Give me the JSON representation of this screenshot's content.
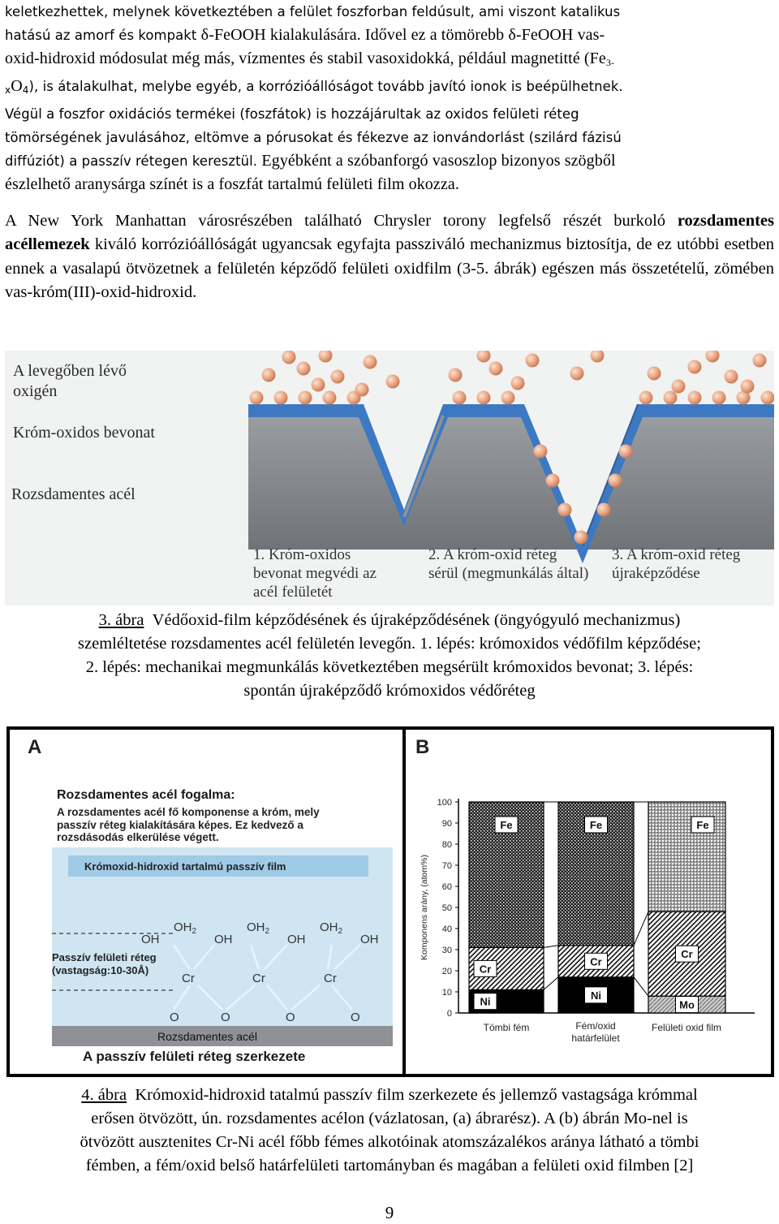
{
  "paragraph1": {
    "l1": "keletkezhettek, melynek következtében a felület foszforban feldúsult, ami viszont katalikus",
    "l2a": "hatású az amorf és kompakt ",
    "l2b": "δ-FeOOH kialakulására. Idővel ez a tömörebb δ-FeOOH vas-",
    "l3a": "oxid-hidroxid módosulat még más, vízmentes és stabil vasoxidokká, például magnetitté (Fe",
    "l3sub": "3-",
    "l4sub": "x",
    "l4a": "O",
    "l4sub2": "4",
    "l4b": "), is átalakulhat, melybe egyéb, a korrózióállóságot tovább javító ionok is beépülhetnek.",
    "l5": "Végül a foszfor oxidációs termékei (foszfátok) is hozzájárultak az oxidos felületi réteg",
    "l6": "tömörségének javulásához, eltömve a pórusokat és fékezve az ionvándorlást (szilárd fázisú",
    "l7a": "diffúziót) a passzív rétegen keresztül. ",
    "l7b": "Egyébként a szóbanforgó vasoszlop bizonyos szögből",
    "l8": "észlelhető aranysárga színét is a foszfát tartalmú felületi film okozza."
  },
  "paragraph2": {
    "a": "A New York Manhattan városrészében található Chrysler torony legfelső részét burkoló ",
    "bold": "rozsdamentes acéllemezek",
    "b": " kiváló korrózióállóságát ugyancsak egyfajta passziváló mechanizmus biztosítja, de ez utóbbi esetben ennek a vasalapú ötvözetnek a felületén képződő felületi oxidfilm (3-5. ábrák) egészen más összetételű, zömében vas-króm(III)-oxid-hidroxid."
  },
  "figure3": {
    "label_oxygen_1": "A levegőben lévő",
    "label_oxygen_2": "oxigén",
    "label_coating": "Króm-oxidos bevonat",
    "label_steel": "Rozsdamentes acél",
    "step1_1": "1. Króm-oxidos",
    "step1_2": "bevonat megvédi az",
    "step1_3": "acél felületét",
    "step2_1": "2. A króm-oxid réteg",
    "step2_2": "sérül (megmunkálás által)",
    "step3_1": "3. A króm-oxid réteg",
    "step3_2": "újraképződése",
    "colors": {
      "coating": "#3d79c2",
      "steel": "#7f8387",
      "oxygen": "#e8a47f"
    }
  },
  "caption3": {
    "num": "3. ábra",
    "l1": "Védőoxid-film képződésének és újraképződésének (öngyógyuló mechanizmus)",
    "l2": "szemléltetése rozsdamentes acél felületén levegőn. 1. lépés: krómoxidos védőfilm képződése;",
    "l3": "2. lépés: mechanikai megmunkálás következtében megsérült krómoxidos bevonat;  3. lépés:",
    "l4": "spontán újraképződő krómoxidos védőréteg"
  },
  "figure4": {
    "panelA": {
      "label": "A",
      "title": "Rozsdamentes acél fogalma:",
      "desc1": "A rozsdamentes acél fő komponense a króm, mely",
      "desc2": "passzív réteg kialakítására képes. Ez kedvező a",
      "desc3": "rozsdásodás elkerülése végett.",
      "box_label": "Krómoxid-hidroxid tartalmú passzív film",
      "oh2": "OH",
      "oh2sub": "2",
      "oh": "OH",
      "cr": "Cr",
      "o": "O",
      "film_label1": "Passzív felületi réteg",
      "film_label2": "(vastagság:10-30Å)",
      "steel_label": "Rozsdamentes acél",
      "bottom": "A passzív felületi réteg szerkezete"
    },
    "panelB": {
      "label": "B",
      "ylabel": "Komponens arány, (atom%)",
      "yticks": [
        "0",
        "10",
        "20",
        "30",
        "40",
        "50",
        "60",
        "70",
        "80",
        "90",
        "100"
      ],
      "categories": [
        "Tömbi fém",
        "Fém/oxid",
        "határfelület",
        "Felületi oxid film"
      ],
      "seg_labels": {
        "fe": "Fe",
        "cr": "Cr",
        "ni": "Ni",
        "mo": "Mo"
      }
    }
  },
  "chart_data": {
    "type": "bar",
    "title": "",
    "xlabel": "",
    "ylabel": "Komponens arány, (atom%)",
    "ylim": [
      0,
      100
    ],
    "categories": [
      "Tömbi fém",
      "Fém/oxid határfelület",
      "Felületi oxid film"
    ],
    "series": [
      {
        "name": "Ni",
        "values": [
          11,
          17,
          0
        ]
      },
      {
        "name": "Mo",
        "values": [
          0,
          0,
          8
        ]
      },
      {
        "name": "Cr",
        "values": [
          20,
          15,
          40
        ]
      },
      {
        "name": "Fe",
        "values": [
          69,
          68,
          52
        ]
      }
    ]
  },
  "caption4": {
    "num": "4. ábra",
    "l1": "Krómoxid-hidroxid tatalmú passzív film szerkezete és jellemző vastagsága krómmal",
    "l2": "erősen ötvözött, ún. rozsdamentes acélon (vázlatosan, (a) ábrarész). A (b) ábrán Mo-nel is",
    "l3": "ötvözött ausztenites Cr-Ni acél főbb fémes alkotóinak atomszázalékos aránya látható a tömbi",
    "l4": "fémben, a fém/oxid belső határfelületi tartományban és magában a felületi oxid filmben [2]"
  },
  "page_number": "9"
}
